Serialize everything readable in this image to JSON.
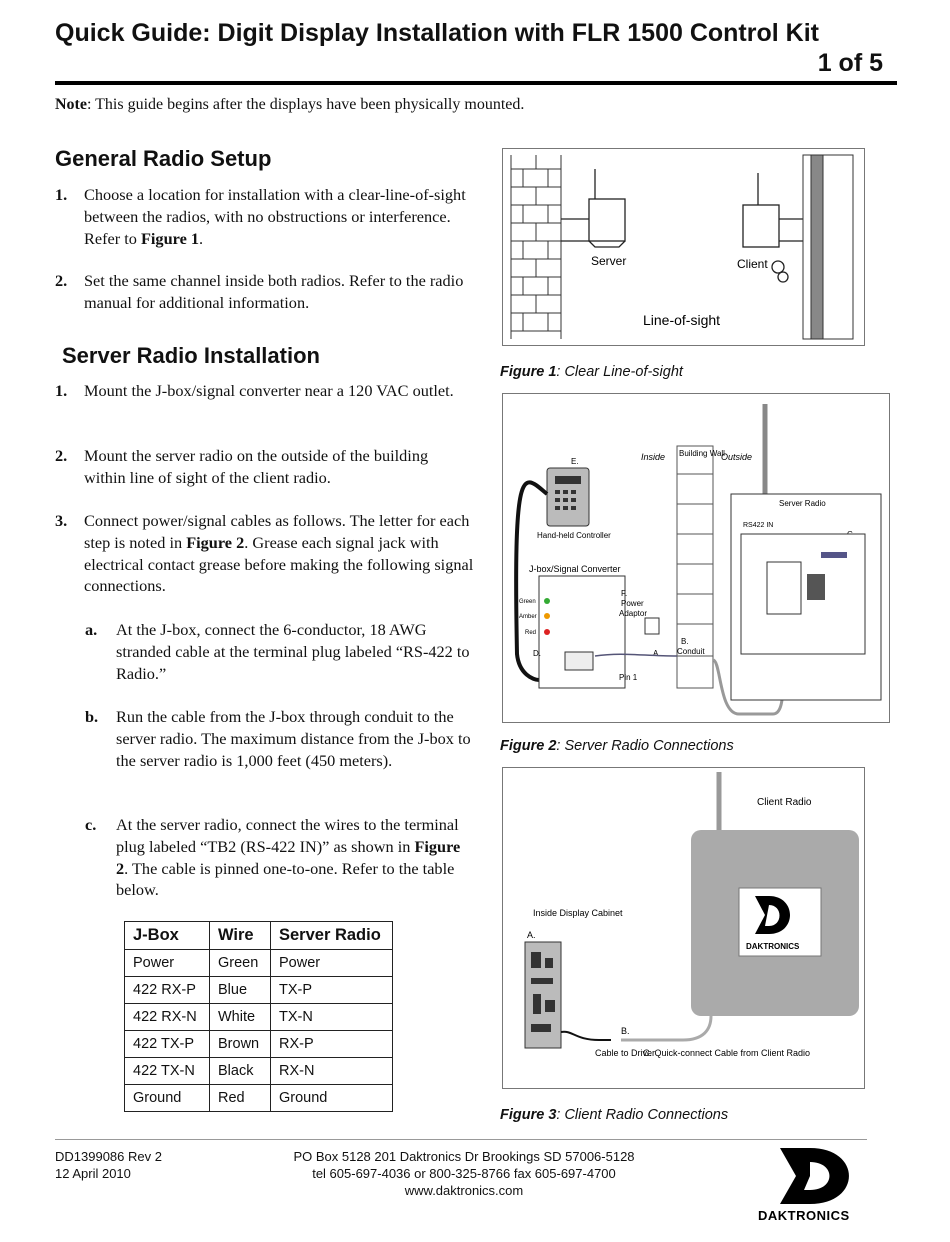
{
  "header": {
    "title_line1": "Quick Guide: Digit Display Installation with FLR 1500 Control Kit",
    "title_line2": "1 of 5"
  },
  "note": {
    "label": "Note",
    "text": ": This guide begins after the displays have been physically mounted."
  },
  "section1": {
    "heading": "General Radio Setup",
    "steps": [
      {
        "num": "1.",
        "pre": "Choose a location for installation with a clear-line-of-sight between the radios, with no obstructions or interference. Refer to ",
        "bold": "Figure 1",
        "post": "."
      },
      {
        "num": "2.",
        "text": "Set the same channel inside both radios. Refer to the radio manual for additional information."
      }
    ]
  },
  "section2": {
    "heading": "Server Radio Installation",
    "steps": [
      {
        "num": "1.",
        "text": "Mount the J-box/signal converter near a 120 VAC outlet."
      },
      {
        "num": "2.",
        "text": "Mount the server radio on the outside of the building within line of sight of the client radio."
      },
      {
        "num": "3.",
        "pre": "Connect power/signal cables as follows. The letter for each step is noted in ",
        "bold": "Figure 2",
        "post": ". Grease each signal jack with electrical contact grease before making the following signal connections."
      }
    ],
    "substeps": [
      {
        "num": "a.",
        "text": "At the J-box, connect the 6-conductor, 18 AWG stranded cable at the terminal plug labeled “RS-422 to Radio.”"
      },
      {
        "num": "b.",
        "text": "Run the cable from the J-box through conduit to the server radio. The maximum distance from the J-box to the server radio is 1,000 feet (450 meters)."
      },
      {
        "num": "c.",
        "pre": "At the server radio, connect the wires to the terminal plug labeled “TB2 (RS-422 IN)” as shown in ",
        "bold": "Figure 2",
        "post": ". The cable is pinned one-to-one. Refer to the table below."
      }
    ]
  },
  "wire_table": {
    "headers": [
      "J-Box",
      "Wire",
      "Server Radio"
    ],
    "rows": [
      [
        "Power",
        "Green",
        "Power"
      ],
      [
        "422 RX-P",
        "Blue",
        "TX-P"
      ],
      [
        "422 RX-N",
        "White",
        "TX-N"
      ],
      [
        "422 TX-P",
        "Brown",
        "RX-P"
      ],
      [
        "422 TX-N",
        "Black",
        "RX-N"
      ],
      [
        "Ground",
        "Red",
        "Ground"
      ]
    ]
  },
  "figures": {
    "fig1": {
      "label": "Figure 1",
      "caption": ": Clear Line-of-sight",
      "server": "Server",
      "client": "Client",
      "los": "Line-of-sight"
    },
    "fig2": {
      "label": "Figure 2",
      "caption": ": Server Radio Connections",
      "inside": "Inside",
      "outside": "Outside",
      "wall": "Building Wall",
      "e": "E.",
      "controller": "Hand-held Controller",
      "jbox": "J-box/Signal Converter",
      "f": "F.",
      "power": "Power",
      "adaptor": "Adaptor",
      "server_radio": "Server Radio",
      "rs422": "RS422 IN",
      "c": "C.",
      "b": "B.",
      "conduit": "Conduit",
      "a": "A.",
      "d": "D.",
      "pin1": "Pin 1",
      "green": "Green",
      "amber": "Amber",
      "red": "Red"
    },
    "fig3": {
      "label": "Figure 3",
      "caption": ": Client Radio Connections",
      "client_radio": "Client Radio",
      "cabinet": "Inside Display Cabinet",
      "a": "A.",
      "b": "B.",
      "cable_driver": "Cable to Driver",
      "quick_connect": "C. Quick-connect Cable from Client Radio",
      "logo": "DAKTRONICS"
    }
  },
  "footer": {
    "doc_id": "DD1399086 Rev 2",
    "date": "12 April 2010",
    "address": "PO Box 5128  201 Daktronics Dr  Brookings SD 57006-5128",
    "phone": "tel 605-697-4036 or 800-325-8766  fax 605-697-4700",
    "web": "www.daktronics.com",
    "logo": "DAKTRONICS"
  }
}
